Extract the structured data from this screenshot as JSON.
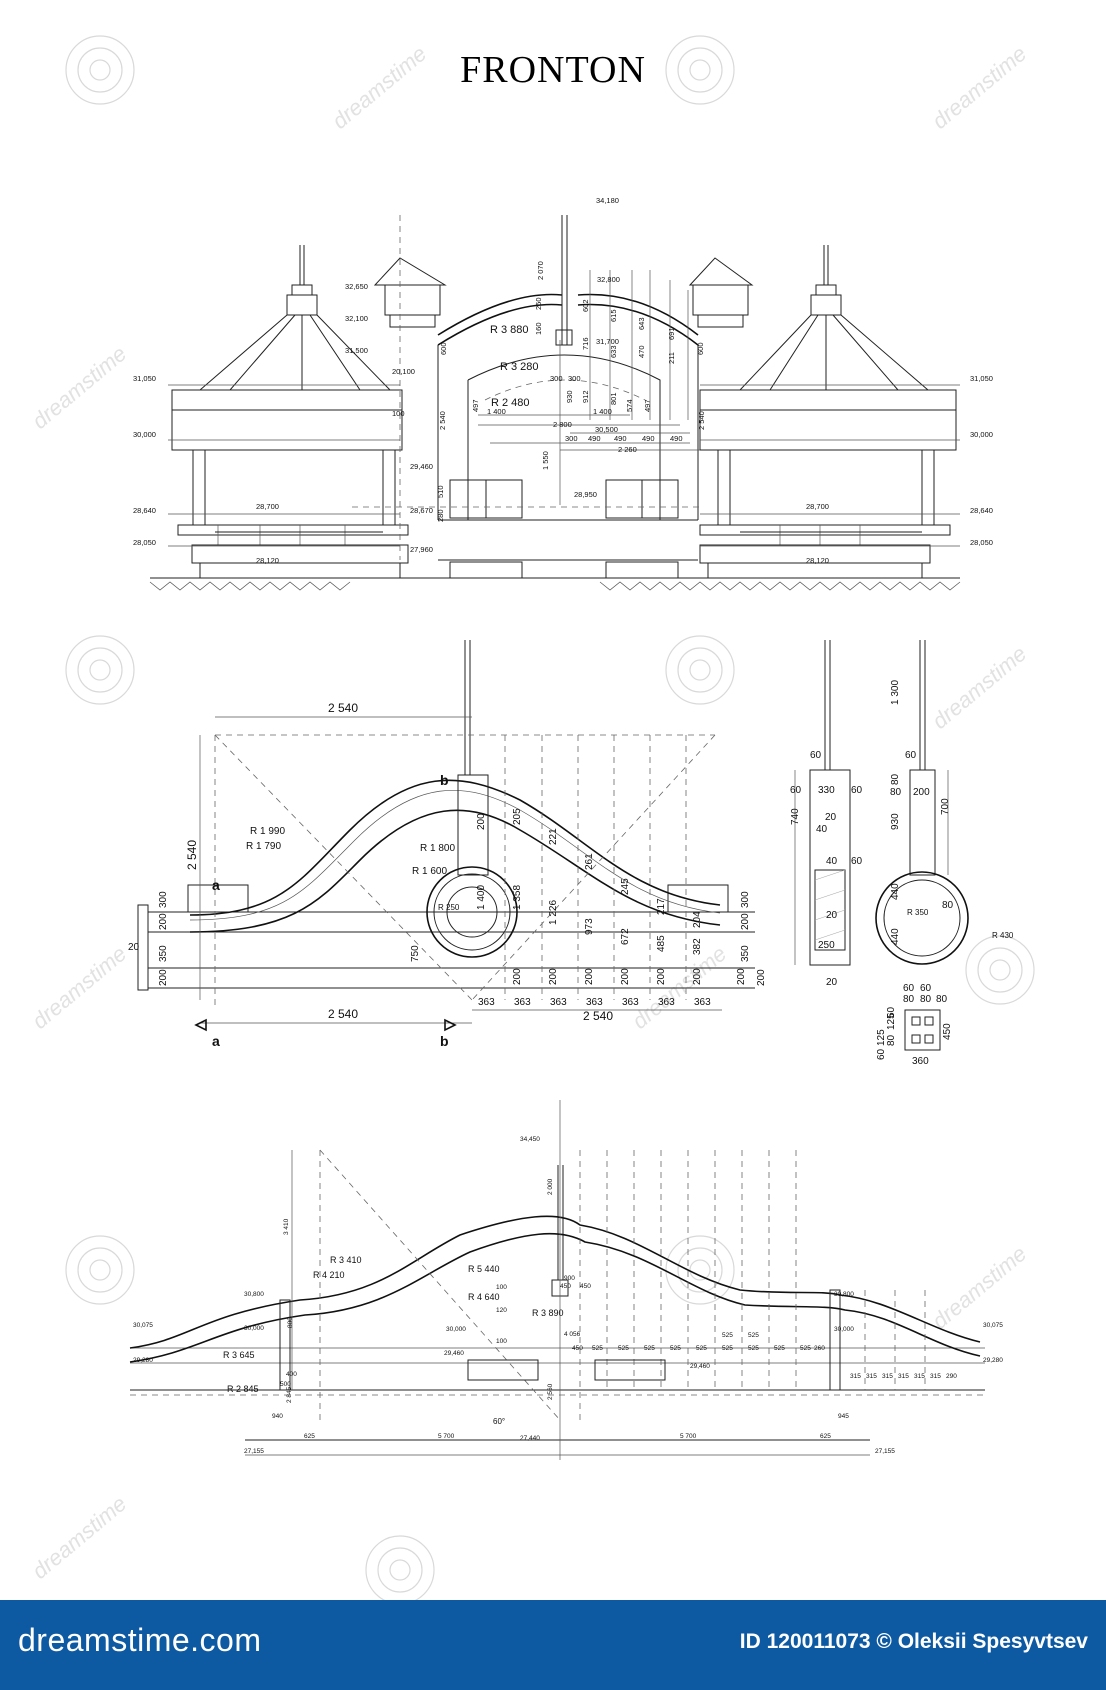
{
  "title": "FRONTON",
  "footer": {
    "brand": "dreamstime.com",
    "credit": "ID 120011073 © Oleksii Spesyvtsev"
  },
  "watermark": "dreamstime",
  "colors": {
    "footer_bg": "#0e5aa2",
    "line": "#222222",
    "paper": "#ffffff"
  },
  "elevation": {
    "levels_left": [
      "32,650",
      "32,100",
      "31,500",
      "31,050",
      "30,000",
      "29,460",
      "28,640",
      "28,670",
      "28,050",
      "27,960"
    ],
    "levels_right": [
      "31,050",
      "30,000",
      "28,640",
      "28,050"
    ],
    "top": "34,180",
    "top_right": "32,800",
    "mid_a": "31,700",
    "mid_b": "28,950",
    "floor_a": "28,700",
    "floor_b": "28,700",
    "ground_a": "28,120",
    "ground_b": "28,120",
    "radii": [
      "R 3 880",
      "R 3 280",
      "R 2 480"
    ],
    "dims_top": [
      "2 070",
      "602",
      "615",
      "643",
      "691",
      "600",
      "600",
      "160",
      "250",
      "716",
      "633",
      "470",
      "211"
    ],
    "dims_mid": [
      "300",
      "300",
      "930",
      "912",
      "801",
      "574",
      "497",
      "497"
    ],
    "dims_row1": [
      "1 400",
      "1 400"
    ],
    "dims_row2": [
      "2 800",
      "30,500"
    ],
    "dims_row3": [
      "300",
      "490",
      "490",
      "490",
      "490"
    ],
    "dims_row4": "2 260",
    "dims_misc": [
      "20,100",
      "100",
      "2 540",
      "2 540",
      "1 550",
      "280",
      "510"
    ]
  },
  "detail": {
    "top_dim": "2 540",
    "bottom_dim": "2 540",
    "bottom_total": "2 540",
    "height_dim": "2 540",
    "radii": [
      "R 1 990",
      "R 1 790",
      "R 1 800",
      "R 1 600",
      "R 250"
    ],
    "verticals": [
      "200",
      "205",
      "221",
      "261",
      "245",
      "217",
      "204"
    ],
    "heights": [
      "1 400",
      "1 358",
      "1 226",
      "973",
      "672",
      "485",
      "382"
    ],
    "base_200": [
      "200",
      "200",
      "200",
      "200",
      "200",
      "200",
      "200"
    ],
    "spacing": [
      "363",
      "363",
      "363",
      "363",
      "363",
      "363",
      "363"
    ],
    "left_stack": [
      "300",
      "200",
      "350",
      "200"
    ],
    "right_stack": [
      "300",
      "200",
      "350",
      "200"
    ],
    "misc": [
      "20",
      "750"
    ],
    "marks": [
      "a",
      "b",
      "a",
      "b"
    ]
  },
  "side": {
    "col1": [
      "60",
      "330",
      "60",
      "60",
      "740",
      "20",
      "40",
      "40",
      "60",
      "20",
      "250",
      "20"
    ],
    "col2": [
      "1 300",
      "60",
      "80",
      "80",
      "200",
      "930",
      "700",
      "440",
      "80",
      "R 350",
      "R 430",
      "440"
    ],
    "plan_top": [
      "60",
      "60",
      "80",
      "80",
      "80"
    ],
    "plan_left": [
      "125",
      "125",
      "60",
      "80",
      "60"
    ],
    "plan_right": "450",
    "plan_bottom": "360"
  },
  "section": {
    "top": "34,450",
    "levels_left": [
      "30,800",
      "30,075",
      "30,000",
      "29,280",
      "27,155"
    ],
    "levels_right": [
      "30,800",
      "30,075",
      "30,000",
      "29,280",
      "27,155"
    ],
    "center_levels": [
      "30,000",
      "29,460",
      "29,460",
      "27,440"
    ],
    "radii": [
      "R 3 410",
      "R 4 210",
      "R 5 440",
      "R 4 640",
      "R 3 890",
      "R 3 645",
      "R 2 845"
    ],
    "dims_row": [
      "450",
      "525",
      "525",
      "525",
      "525",
      "525",
      "525",
      "525",
      "525",
      "525",
      "525",
      "525",
      "260"
    ],
    "dims_row_right": [
      "315",
      "315",
      "315",
      "315",
      "315",
      "315",
      "290"
    ],
    "bottom_dims": [
      "625",
      "5 700",
      "5 700",
      "625"
    ],
    "misc": [
      "3 410",
      "2 000",
      "2 560",
      "60°",
      "940",
      "945",
      "2 845",
      "900",
      "450",
      "450",
      "100",
      "120",
      "100",
      "4 056",
      "800",
      "400",
      "500"
    ]
  }
}
